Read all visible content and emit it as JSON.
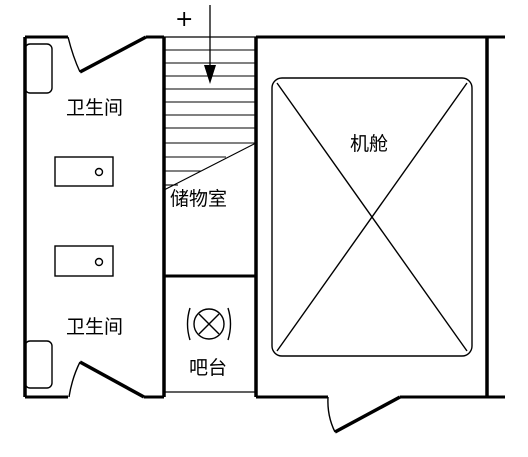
{
  "labels": {
    "restroom_top": "卫生间",
    "restroom_bottom": "卫生间",
    "storage": "储物室",
    "elevator_room": "机舱",
    "bar": "吧台"
  },
  "symbols": {
    "stair_direction": "+"
  },
  "colors": {
    "ink": "#000000",
    "background": "#ffffff"
  }
}
